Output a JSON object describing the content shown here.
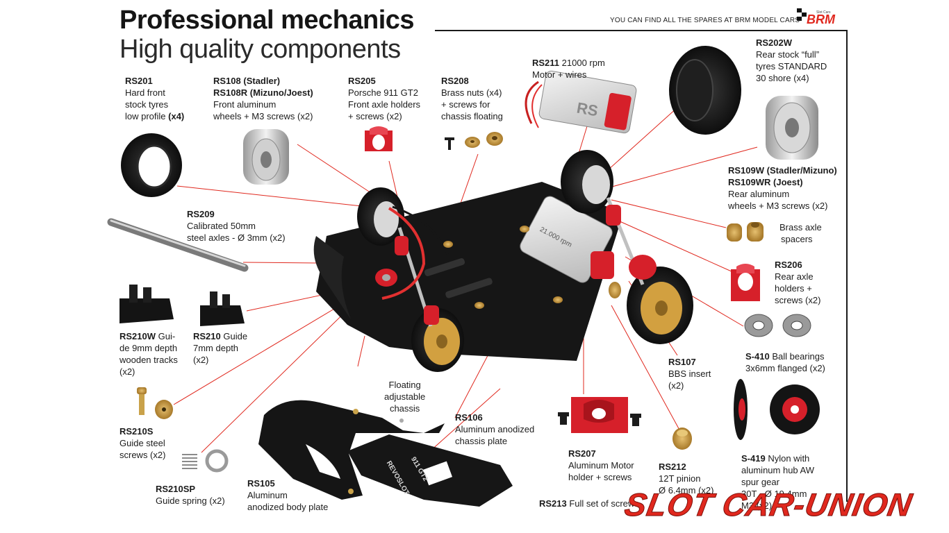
{
  "header": {
    "title": "Professional mechanics",
    "subtitle": "High quality components",
    "spares_text": "YOU CAN FIND ALL THE SPARES AT BRM MODEL CARS",
    "brm_logo_text": "BRM",
    "brm_logo_small": "Slot Cars"
  },
  "chassis_plate_text": {
    "line1": "REVOSLOT",
    "line2": "911 GT2"
  },
  "motor_text": {
    "brand": "RS",
    "rpm": "21.000 rpm"
  },
  "parts": {
    "rs201": {
      "code": "RS201",
      "l1": "Hard front",
      "l2": "stock tyres",
      "l3": "low profile",
      "l3b": " (x4)"
    },
    "rs108": {
      "code": "RS108 (Stadler)",
      "code2": "RS108R (Mizuno/Joest)",
      "l1": "Front aluminum",
      "l2": "wheels + M3 screws (x2)"
    },
    "rs205": {
      "code": "RS205",
      "l1": "Porsche 911 GT2",
      "l2": "Front axle holders",
      "l3": "+ screws (x2)"
    },
    "rs208": {
      "code": "RS208",
      "l1": "Brass nuts (x4)",
      "l2": "+ screws for",
      "l3": "chassis floating"
    },
    "rs211": {
      "code": "RS211",
      "l1": " 21000 rpm",
      "l2": "Motor + wires"
    },
    "rs202w": {
      "code": "RS202W",
      "l1": "Rear stock “full”",
      "l2": "tyres STANDARD",
      "l3": "30 shore (x4)"
    },
    "rs109w": {
      "code": "RS109W (Stadler/Mizuno)",
      "code2": "RS109WR (Joest)",
      "l1": "Rear aluminum",
      "l2": "wheels + M3 screws (x2)"
    },
    "spacers": {
      "l1": "Brass axle",
      "l2": "spacers"
    },
    "rs206": {
      "code": "RS206",
      "l1": "Rear axle",
      "l2": "holders +",
      "l3": "screws (x2)"
    },
    "s410": {
      "code": "S-410",
      "l1": " Ball bearings",
      "l2": "3x6mm flanged (x2)"
    },
    "rs209": {
      "code": "RS209",
      "l1": "Calibrated 50mm",
      "l2": "steel axles - Ø 3mm (x2)"
    },
    "rs210w": {
      "code": "RS210W",
      "l1": " Gui-",
      "l2": "de 9mm depth",
      "l3": "wooden tracks",
      "l4": "(x2)"
    },
    "rs210": {
      "code": "RS210",
      "l1": " Guide",
      "l2": "7mm depth",
      "l3": "(x2)"
    },
    "rs107": {
      "code": "RS107",
      "l1": "BBS insert",
      "l2": "(x2)"
    },
    "floating": {
      "l1": "Floating",
      "l2": "adjustable",
      "l3": "chassis"
    },
    "rs106": {
      "code": "RS106",
      "l1": "Aluminum anodized",
      "l2": "chassis plate"
    },
    "rs210s": {
      "code": "RS210S",
      "l1": "Guide steel",
      "l2": "screws (x2)"
    },
    "rs207": {
      "code": "RS207",
      "l1": "Aluminum Motor",
      "l2": "holder + screws"
    },
    "rs212": {
      "code": "RS212",
      "l1": "12T pinion",
      "l2": "Ø 6.4mm (x2)"
    },
    "s419": {
      "code": "S-419",
      "l1": " Nylon with",
      "l2": "aluminum hub AW",
      "l3": "spur gear",
      "l4": "30T - Ø 19.4mm",
      "l5": "M3 (x2)"
    },
    "rs210sp": {
      "code": "RS210SP",
      "l1": "Guide spring (x2)"
    },
    "rs105": {
      "code": "RS105",
      "l1": "Aluminum",
      "l2": "anodized body plate"
    },
    "rs213": {
      "code": "RS213",
      "l1": " Full set of screws"
    }
  },
  "footer": {
    "brand": "SLOT CAR-UNION"
  },
  "colors": {
    "leader_line": "#e0281e",
    "anodized_red": "#d6202a",
    "chassis_black": "#161616",
    "brass": "#c9a24a",
    "brand_red": "#e0281e"
  }
}
